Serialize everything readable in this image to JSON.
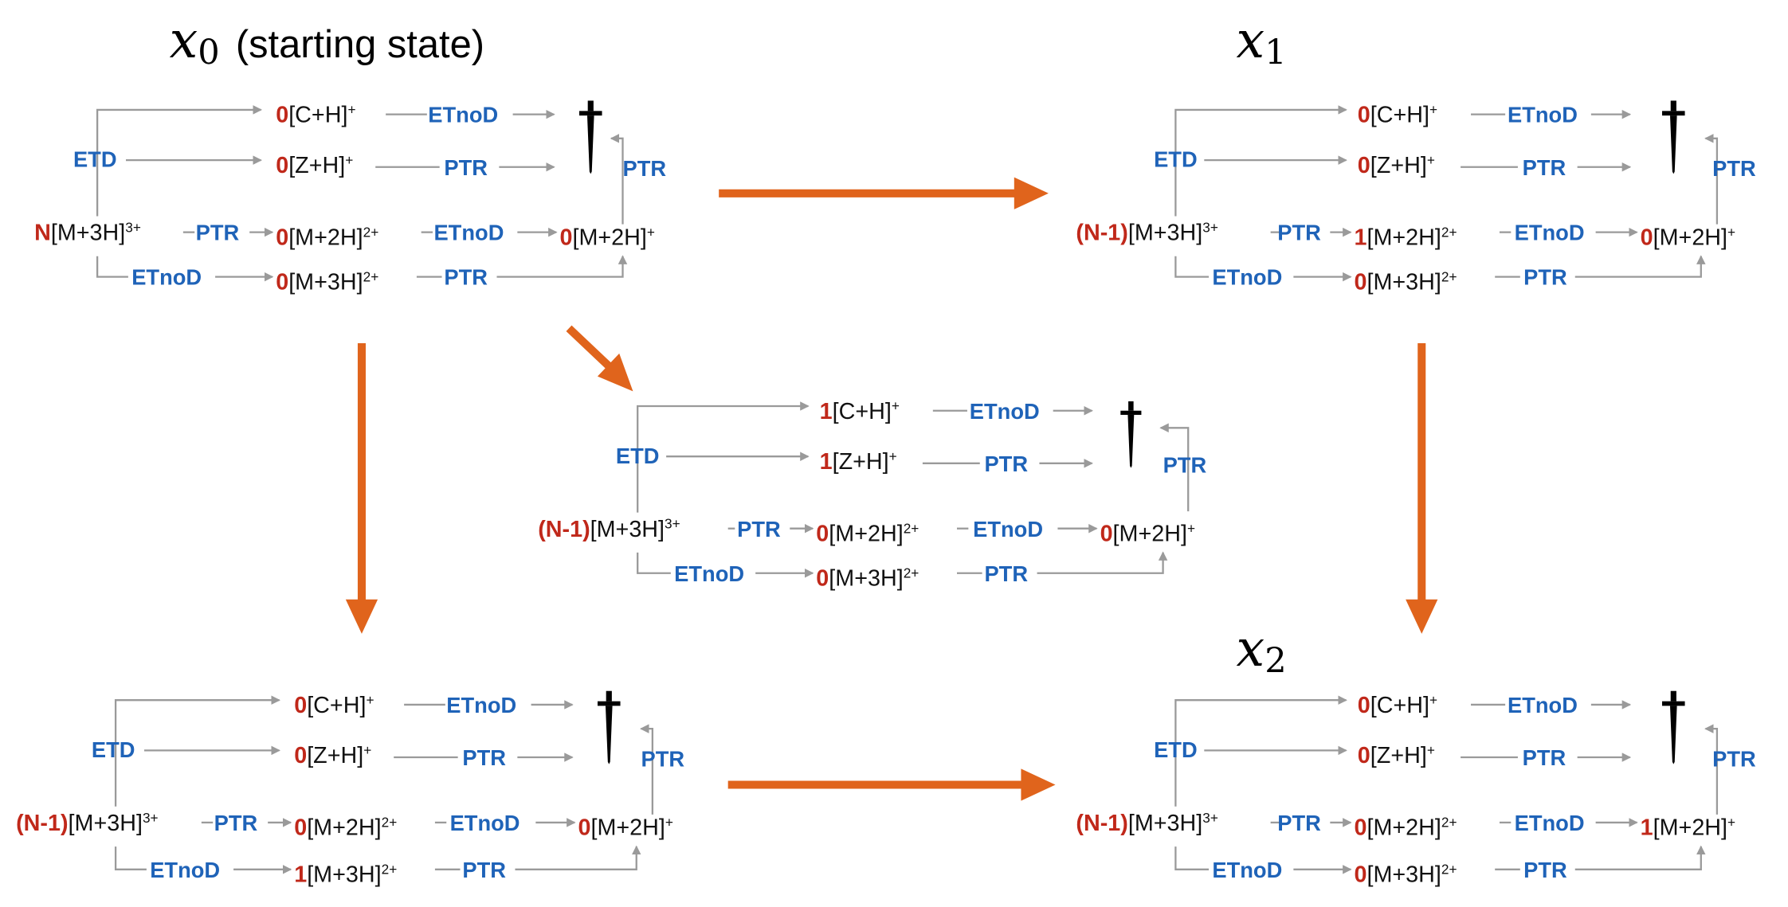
{
  "states": {
    "x0": {
      "symbol": "x",
      "index": "0",
      "label": "(starting state)"
    },
    "x1": {
      "symbol": "x",
      "index": "1"
    },
    "x2": {
      "symbol": "x",
      "index": "2"
    }
  },
  "species": {
    "c": "[C+H]",
    "c_charge": "+",
    "z": "[Z+H]",
    "z_charge": "+",
    "m3": "[M+3H]",
    "m3_charge": "3+",
    "m2": "[M+2H]",
    "m2_charge": "2+",
    "m3b": "[M+3H]",
    "m3b_charge": "2+",
    "m1": "[M+2H]",
    "m1_charge": "+"
  },
  "operations": {
    "etd": "ETD",
    "etnod": "ETnoD",
    "ptr": "PTR"
  },
  "blocks": [
    {
      "id": "x0",
      "counts": {
        "c": "0",
        "z": "0",
        "m3": "N",
        "m2": "0",
        "m3b": "0",
        "m1": "0"
      }
    },
    {
      "id": "x1",
      "counts": {
        "c": "0",
        "z": "0",
        "m3": "(N-1)",
        "m2": "1",
        "m3b": "0",
        "m1": "0"
      }
    },
    {
      "id": "mid",
      "counts": {
        "c": "1",
        "z": "1",
        "m3": "(N-1)",
        "m2": "0",
        "m3b": "0",
        "m1": "0"
      }
    },
    {
      "id": "bl",
      "counts": {
        "c": "0",
        "z": "0",
        "m3": "(N-1)",
        "m2": "0",
        "m3b": "1",
        "m1": "0"
      }
    },
    {
      "id": "x2",
      "counts": {
        "c": "0",
        "z": "0",
        "m3": "(N-1)",
        "m2": "0",
        "m3b": "0",
        "m1": "1"
      }
    }
  ],
  "colors": {
    "count": "#c0281a",
    "operation": "#1f63b8",
    "arrow_big": "#e0641c",
    "arrow_small": "#9a9a9a",
    "text": "#111111"
  },
  "icons": {
    "terminal": "dagger-icon"
  }
}
